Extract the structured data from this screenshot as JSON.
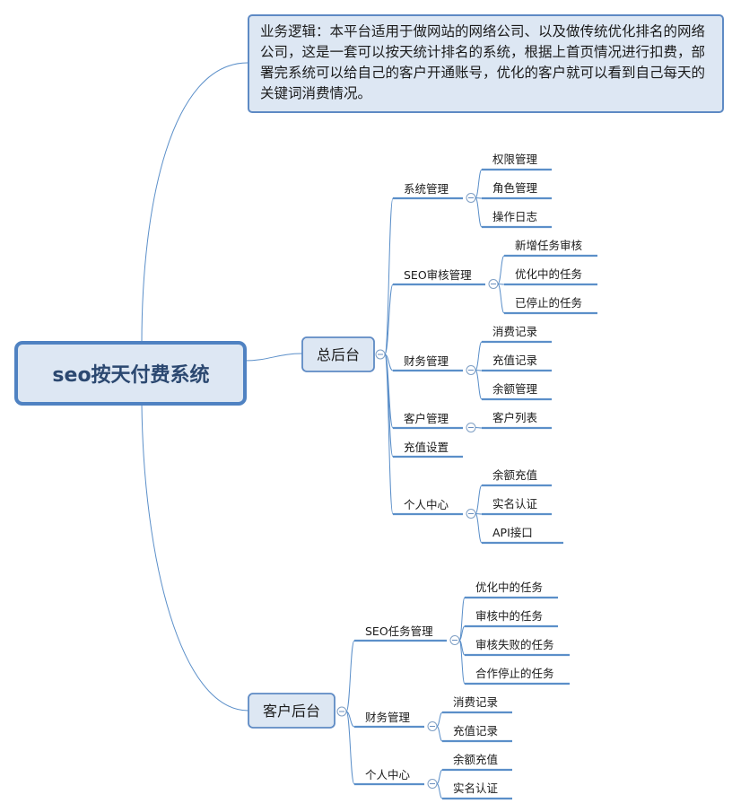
{
  "note": {
    "text": "业务逻辑：本平台适用于做网站的网络公司、以及做传统优化排名的网络公司，这是一套可以按天统计排名的系统，根据上首页情况进行扣费，部署完系统可以给自己的客户开通账号，优化的客户就可以看到自己每天的关键词消费情况。"
  },
  "root": {
    "label": "seo按天付费系统"
  },
  "admin": {
    "label": "总后台",
    "groups": [
      {
        "label": "系统管理",
        "items": [
          "权限管理",
          "角色管理",
          "操作日志"
        ]
      },
      {
        "label": "SEO审核管理",
        "items": [
          "新增任务审核",
          "优化中的任务",
          "已停止的任务"
        ]
      },
      {
        "label": "财务管理",
        "items": [
          "消费记录",
          "充值记录",
          "余额管理"
        ]
      },
      {
        "label": "客户管理",
        "items": [
          "客户列表"
        ]
      },
      {
        "label": "充值设置",
        "items": []
      },
      {
        "label": "个人中心",
        "items": [
          "余额充值",
          "实名认证",
          "API接口"
        ]
      }
    ]
  },
  "client": {
    "label": "客户后台",
    "groups": [
      {
        "label": "SEO任务管理",
        "items": [
          "优化中的任务",
          "审核中的任务",
          "审核失败的任务",
          "合作停止的任务"
        ]
      },
      {
        "label": "财务管理",
        "items": [
          "消费记录",
          "充值记录"
        ]
      },
      {
        "label": "个人中心",
        "items": [
          "余额充值",
          "实名认证"
        ]
      }
    ]
  },
  "colors": {
    "line": "#5b8fc9",
    "box_fill": "#dde7f3",
    "box_border": "#5e8ac4",
    "root_border": "#4f82c2",
    "title_text": "#2b4870"
  }
}
